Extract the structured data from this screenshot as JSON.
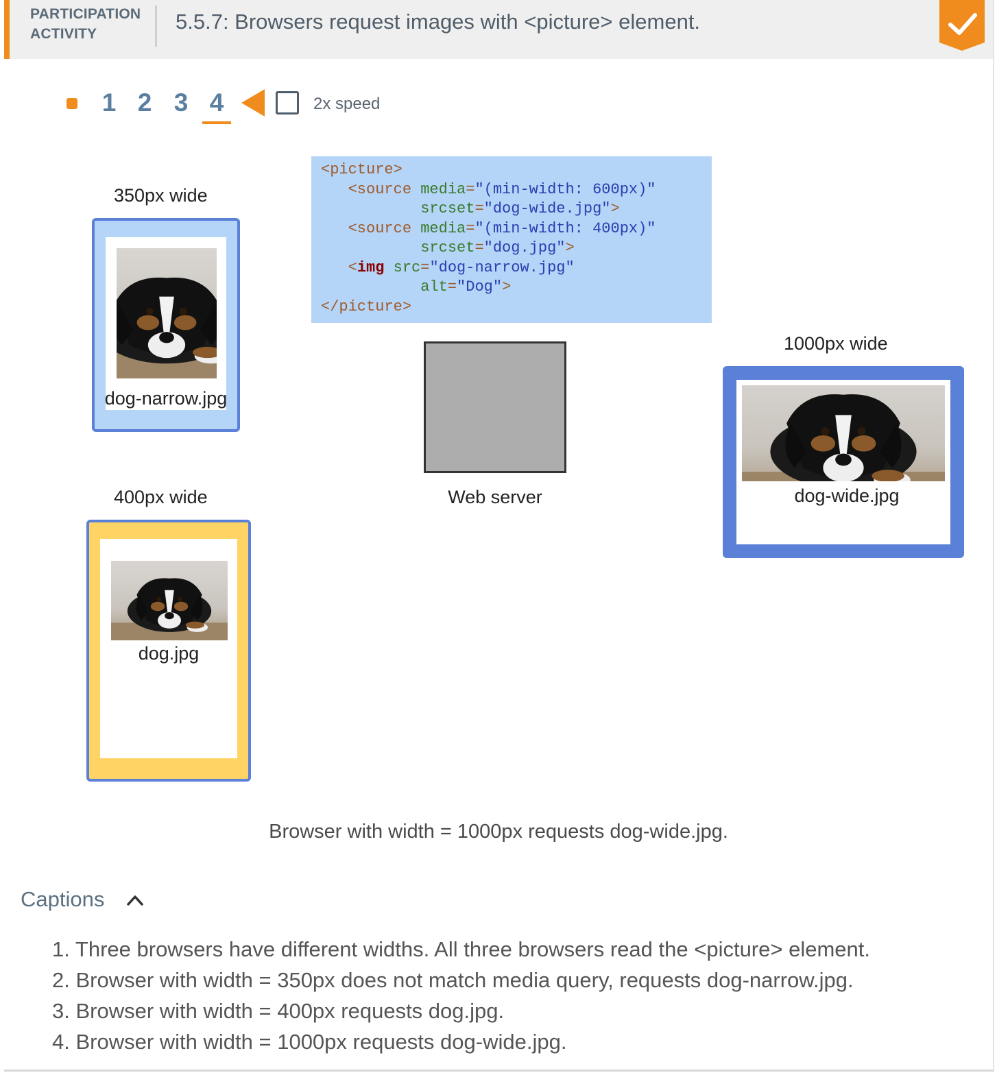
{
  "header": {
    "activity_label_line1": "PARTICIPATION",
    "activity_label_line2": "ACTIVITY",
    "title": "5.5.7: Browsers request images with <picture> element."
  },
  "controls": {
    "steps": [
      "1",
      "2",
      "3",
      "4"
    ],
    "current_step": "4",
    "speed_label": "2x speed",
    "speed_checked": false
  },
  "browsers": {
    "narrow": {
      "label": "350px wide",
      "file": "dog-narrow.jpg"
    },
    "medium": {
      "label": "400px wide",
      "file": "dog.jpg"
    },
    "wide": {
      "label": "1000px wide",
      "file": "dog-wide.jpg"
    }
  },
  "code": {
    "picture_open": "<picture>",
    "source1_tag": "<source",
    "source1_media_attr": "media",
    "source1_media_value": "(min-width: 600px)",
    "source1_srcset_attr": "srcset",
    "source1_srcset_value": "dog-wide.jpg",
    "source2_tag": "<source",
    "source2_media_attr": "media",
    "source2_media_value": "(min-width: 400px)",
    "source2_srcset_attr": "srcset",
    "source2_srcset_value": "dog.jpg",
    "img_tag": "img",
    "img_src_attr": "src",
    "img_src_value": "dog-narrow.jpg",
    "img_alt_attr": "alt",
    "img_alt_value": "Dog",
    "picture_close": "</picture>"
  },
  "server": {
    "label": "Web server"
  },
  "step_caption": "Browser with width = 1000px requests dog-wide.jpg.",
  "captions": {
    "title": "Captions",
    "expanded": true,
    "items": [
      "1. Three browsers have different widths. All three browsers read the <picture> element.",
      "2. Browser with width = 350px does not match media query, requests dog-narrow.jpg.",
      "3. Browser with width = 400px requests dog.jpg.",
      "4. Browser with width = 1000px requests dog-wide.jpg."
    ]
  },
  "colors": {
    "accent_orange": "#f08c1e",
    "frame_blue": "#5a80d8",
    "fill_light_blue": "#b4d5f7",
    "fill_yellow": "#ffd465",
    "server_gray": "#adadad"
  }
}
